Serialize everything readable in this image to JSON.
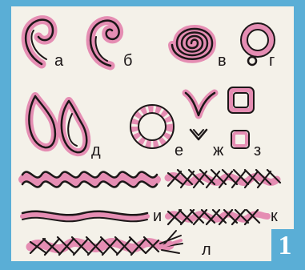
{
  "labels": {
    "a": "а",
    "b": "б",
    "v": "в",
    "g": "г",
    "d": "д",
    "e": "е",
    "zh": "ж",
    "z": "з",
    "i": "и",
    "k": "к",
    "l": "л"
  },
  "figure_number": "1",
  "colors": {
    "background": "#5aaed6",
    "panel": "#f4f1e9",
    "ink": "#1c1718",
    "accent": "#e58db3"
  }
}
